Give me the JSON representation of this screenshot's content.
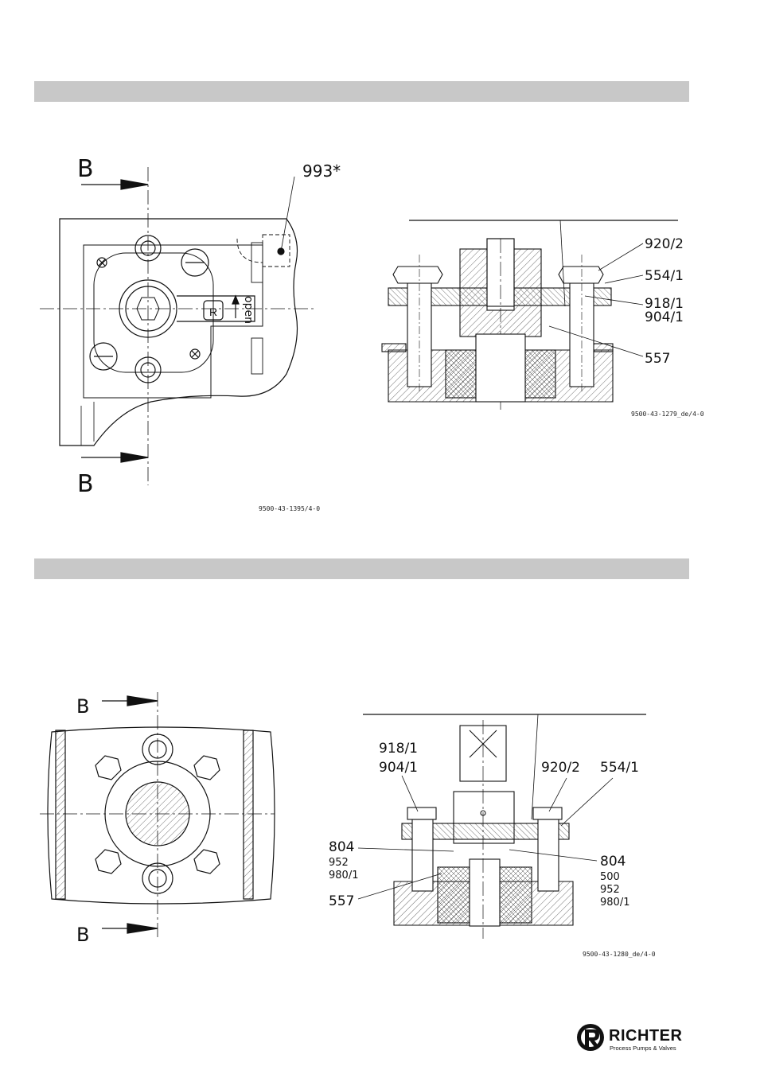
{
  "figure1": {
    "section_marks": [
      "B",
      "B"
    ],
    "part_993": "993*",
    "valve_label": "open",
    "code": "9500-43-1395/4-0"
  },
  "figure2": {
    "parts": [
      "920/2",
      "554/1",
      "918/1",
      "904/1",
      "557"
    ],
    "code": "9500-43-1279_de/4-0"
  },
  "figure3": {
    "section_marks": [
      "B",
      "B"
    ]
  },
  "figure4": {
    "parts_top": [
      "918/1",
      "904/1",
      "920/2",
      "554/1"
    ],
    "left_804": "804",
    "left_952": "952",
    "left_980": "980/1",
    "left_557": "557",
    "right_804": "804",
    "right_500": "500",
    "right_952": "952",
    "right_980": "980/1",
    "code": "9500-43-1280_de/4-0"
  },
  "logo": {
    "name": "RICHTER",
    "tagline": "Process Pumps & Valves"
  }
}
